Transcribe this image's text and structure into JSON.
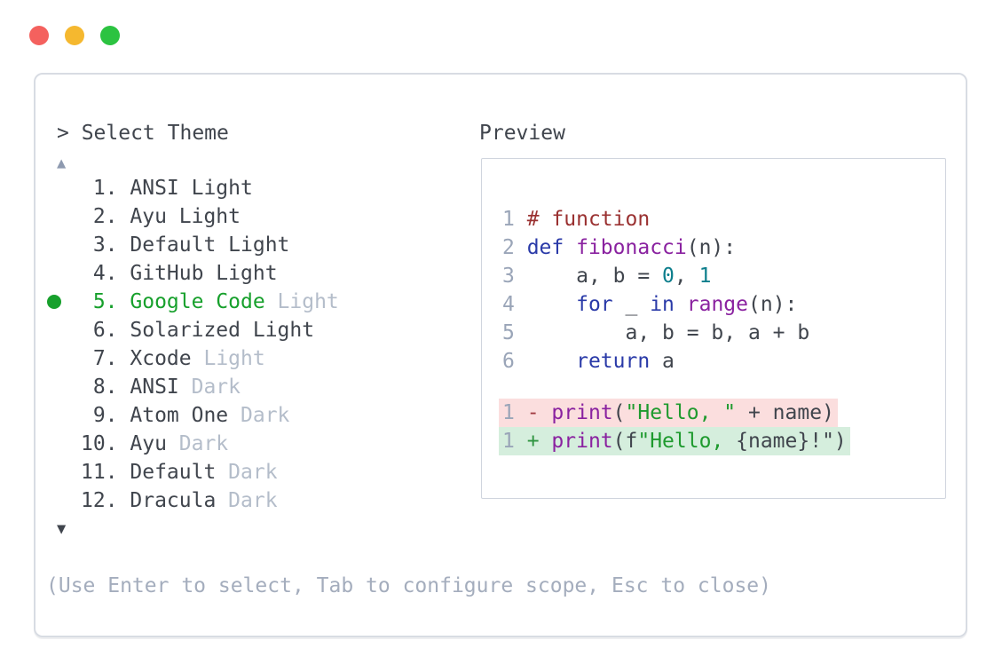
{
  "window": {
    "select_label": "> Select Theme",
    "preview_label": "Preview",
    "scroll_up_icon": "▲",
    "scroll_down_icon": "▼",
    "hint": "(Use Enter to select, Tab to configure scope, Esc to close)"
  },
  "theme_list": {
    "selected_number": 5,
    "items": [
      {
        "num": "1.",
        "name": "ANSI Light",
        "muted": "",
        "selected": false
      },
      {
        "num": "2.",
        "name": "Ayu Light",
        "muted": "",
        "selected": false
      },
      {
        "num": "3.",
        "name": "Default Light",
        "muted": "",
        "selected": false
      },
      {
        "num": "4.",
        "name": "GitHub Light",
        "muted": "",
        "selected": false
      },
      {
        "num": "5.",
        "name": "Google Code",
        "muted": "Light",
        "selected": true
      },
      {
        "num": "6.",
        "name": "Solarized Light",
        "muted": "",
        "selected": false
      },
      {
        "num": "7.",
        "name": "Xcode",
        "muted": "Light",
        "selected": false
      },
      {
        "num": "8.",
        "name": "ANSI",
        "muted": "Dark",
        "selected": false
      },
      {
        "num": "9.",
        "name": "Atom One",
        "muted": "Dark",
        "selected": false
      },
      {
        "num": "10.",
        "name": "Ayu",
        "muted": "Dark",
        "selected": false
      },
      {
        "num": "11.",
        "name": "Default",
        "muted": "Dark",
        "selected": false
      },
      {
        "num": "12.",
        "name": "Dracula",
        "muted": "Dark",
        "selected": false
      }
    ]
  },
  "preview": {
    "code_lines": [
      {
        "ln": "1",
        "tokens": [
          {
            "c": "cm",
            "t": "# function"
          }
        ]
      },
      {
        "ln": "2",
        "tokens": [
          {
            "c": "kw",
            "t": "def"
          },
          {
            "c": "pl",
            "t": " "
          },
          {
            "c": "fn",
            "t": "fibonacci"
          },
          {
            "c": "pl",
            "t": "(n):"
          }
        ]
      },
      {
        "ln": "3",
        "tokens": [
          {
            "c": "pl",
            "t": "    a, b = "
          },
          {
            "c": "num",
            "t": "0"
          },
          {
            "c": "pl",
            "t": ", "
          },
          {
            "c": "num",
            "t": "1"
          }
        ]
      },
      {
        "ln": "4",
        "tokens": [
          {
            "c": "pl",
            "t": "    "
          },
          {
            "c": "kw",
            "t": "for"
          },
          {
            "c": "pl",
            "t": " _ "
          },
          {
            "c": "kw",
            "t": "in"
          },
          {
            "c": "pl",
            "t": " "
          },
          {
            "c": "fn",
            "t": "range"
          },
          {
            "c": "pl",
            "t": "(n):"
          }
        ]
      },
      {
        "ln": "5",
        "tokens": [
          {
            "c": "pl",
            "t": "        a, b = b, a + b"
          }
        ]
      },
      {
        "ln": "6",
        "tokens": [
          {
            "c": "pl",
            "t": "    "
          },
          {
            "c": "kw",
            "t": "return"
          },
          {
            "c": "pl",
            "t": " a"
          }
        ]
      }
    ],
    "diff_lines": [
      {
        "ln": "1",
        "sign": "-",
        "kind": "removed",
        "tokens": [
          {
            "c": "fn",
            "t": "print"
          },
          {
            "c": "pl",
            "t": "("
          },
          {
            "c": "str",
            "t": "\"Hello, \""
          },
          {
            "c": "pl",
            "t": " + name)"
          }
        ]
      },
      {
        "ln": "1",
        "sign": "+",
        "kind": "added",
        "tokens": [
          {
            "c": "fn",
            "t": "print"
          },
          {
            "c": "pl",
            "t": "(f"
          },
          {
            "c": "str",
            "t": "\"Hello, "
          },
          {
            "c": "pl",
            "t": "{name}!\")"
          }
        ]
      }
    ]
  },
  "colors": {
    "window_border": "#d8dce3",
    "preview_border": "#d0d5de",
    "text_dark": "#40454d",
    "muted": "#b4bdca",
    "hint": "#a4adbd",
    "selected_green": "#17a02c",
    "up_arrow": "#8e9ab0",
    "down_arrow": "#40454d",
    "line_number": "#9aa5b8",
    "keyword": "#2a3aa8",
    "function": "#8a22a0",
    "comment": "#9a3131",
    "number": "#0d7e8c",
    "string": "#1e9a2e",
    "diff_minus": "#a03a40",
    "diff_plus": "#2e9440",
    "removed_bg": "#fbdede",
    "added_bg": "#d5eedd",
    "traffic_red": "#f4615e",
    "traffic_yellow": "#f5b82f",
    "traffic_green": "#2cc341"
  }
}
